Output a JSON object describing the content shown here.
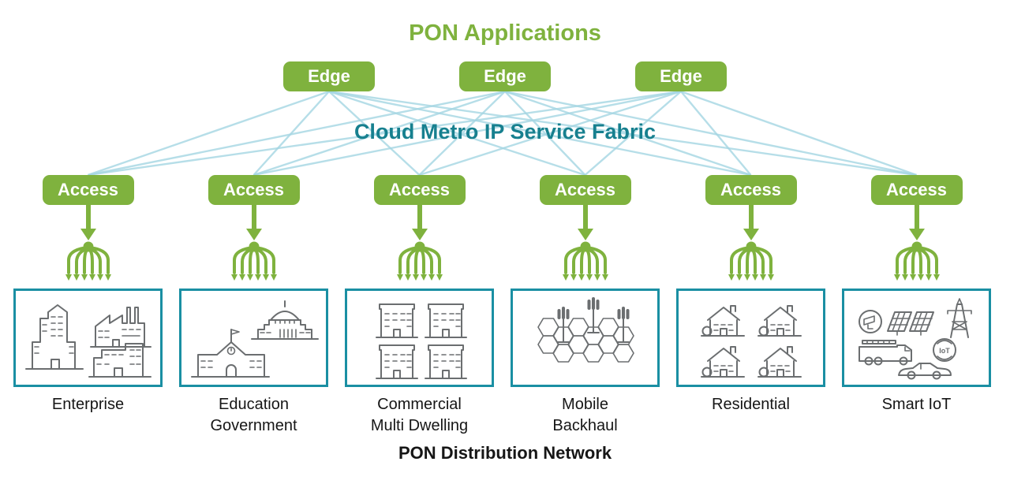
{
  "title": "PON Applications",
  "fabric": {
    "label": "Cloud Metro IP Service Fabric"
  },
  "edge_nodes": [
    {
      "label": "Edge"
    },
    {
      "label": "Edge"
    },
    {
      "label": "Edge"
    }
  ],
  "access_nodes": [
    {
      "label": "Access"
    },
    {
      "label": "Access"
    },
    {
      "label": "Access"
    },
    {
      "label": "Access"
    },
    {
      "label": "Access"
    },
    {
      "label": "Access"
    }
  ],
  "endpoints": [
    {
      "label": "Enterprise",
      "icon": "enterprise-buildings-icon"
    },
    {
      "label": "Education\nGovernment",
      "icon": "education-government-icon"
    },
    {
      "label": "Commercial\nMulti Dwelling",
      "icon": "multi-dwelling-icon"
    },
    {
      "label": "Mobile\nBackhaul",
      "icon": "mobile-backhaul-icon"
    },
    {
      "label": "Residential",
      "icon": "residential-icon"
    },
    {
      "label": "Smart IoT",
      "icon": "smart-iot-icon",
      "badge": "IoT"
    }
  ],
  "footer": "PON Distribution Network",
  "colors": {
    "green": "#7FB23E",
    "teal_text": "#17808F",
    "box_border": "#1A8FA3",
    "mesh_line": "#A5D6E3",
    "icon_gray": "#6B6E70",
    "label_dark": "#161616"
  }
}
